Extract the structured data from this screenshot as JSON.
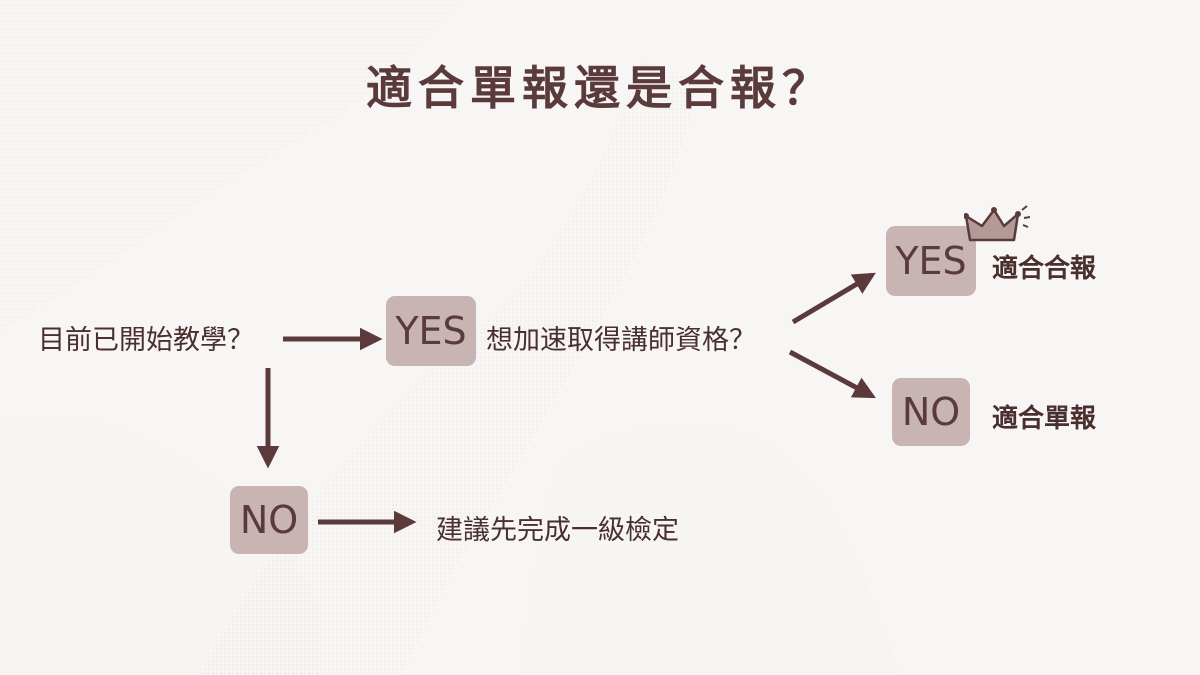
{
  "title": "適合單報還是合報？",
  "nodes": {
    "start_question": "目前已開始教學？",
    "yes_1": "YES",
    "no_1": "NO",
    "second_question": "想加速取得講師資格？",
    "yes_2": "YES",
    "no_2": "NO",
    "result_yes": "適合合報",
    "result_no": "適合單報",
    "suggestion": "建議先完成一級檢定"
  },
  "icons": {
    "crown": "crown-icon"
  },
  "colors": {
    "text": "#5a3a3a",
    "box_fill": "#c8b4b2",
    "arrow": "#5a3a3a",
    "background": "#f8f6f5"
  }
}
